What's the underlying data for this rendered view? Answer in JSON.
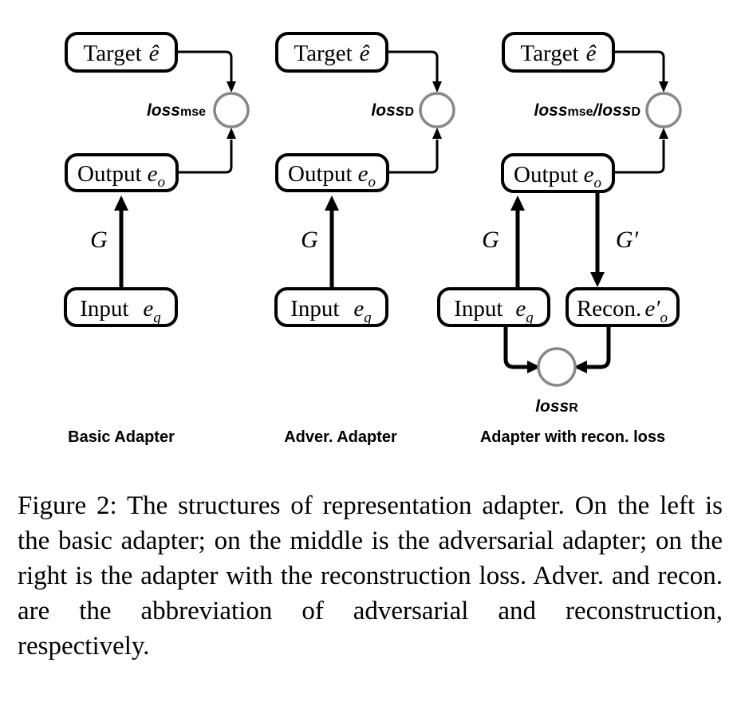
{
  "figure": {
    "caption": "Figure 2: The structures of representation adapter. On the left is the basic adapter; on the middle is the adversarial adapter; on the right is the adapter with the reconstruction loss. Adver. and recon. are the abbreviation of adversarial and reconstruction, respectively.",
    "panels": [
      {
        "id": "basic-adapter",
        "caption": "Basic Adapter",
        "nodes": {
          "target": "Target",
          "target_symbol": "ê",
          "output": "Output",
          "output_symbol": "e",
          "output_subscript": "o",
          "input": "Input",
          "input_symbol": "e",
          "input_subscript": "g"
        },
        "generator": "G",
        "loss": {
          "name": "loss",
          "subscript": "mse"
        }
      },
      {
        "id": "adversarial-adapter",
        "caption": "Adver. Adapter",
        "nodes": {
          "target": "Target",
          "target_symbol": "ê",
          "output": "Output",
          "output_symbol": "e",
          "output_subscript": "o",
          "input": "Input",
          "input_symbol": "e",
          "input_subscript": "g"
        },
        "generator": "G",
        "loss": {
          "name": "loss",
          "subscript": "D"
        }
      },
      {
        "id": "adapter-with-recon-loss",
        "caption": "Adapter with recon. loss",
        "nodes": {
          "target": "Target",
          "target_symbol": "ê",
          "output": "Output",
          "output_symbol": "e",
          "output_subscript": "o",
          "input": "Input",
          "input_symbol": "e",
          "input_subscript": "g",
          "recon": "Recon.",
          "recon_symbol": "e′",
          "recon_subscript": "o"
        },
        "generator": "G",
        "generator_prime": "G′",
        "loss_top": {
          "name": "loss",
          "subscript_a": "mse",
          "separator": "/",
          "name_b": "loss",
          "subscript_b": "D"
        },
        "loss_recon": {
          "name": "loss",
          "subscript": "R"
        }
      }
    ]
  },
  "colors": {
    "background": "#ffffff",
    "stroke": "#000000",
    "loss_circle_stroke": "#888888",
    "text": "#000000"
  }
}
